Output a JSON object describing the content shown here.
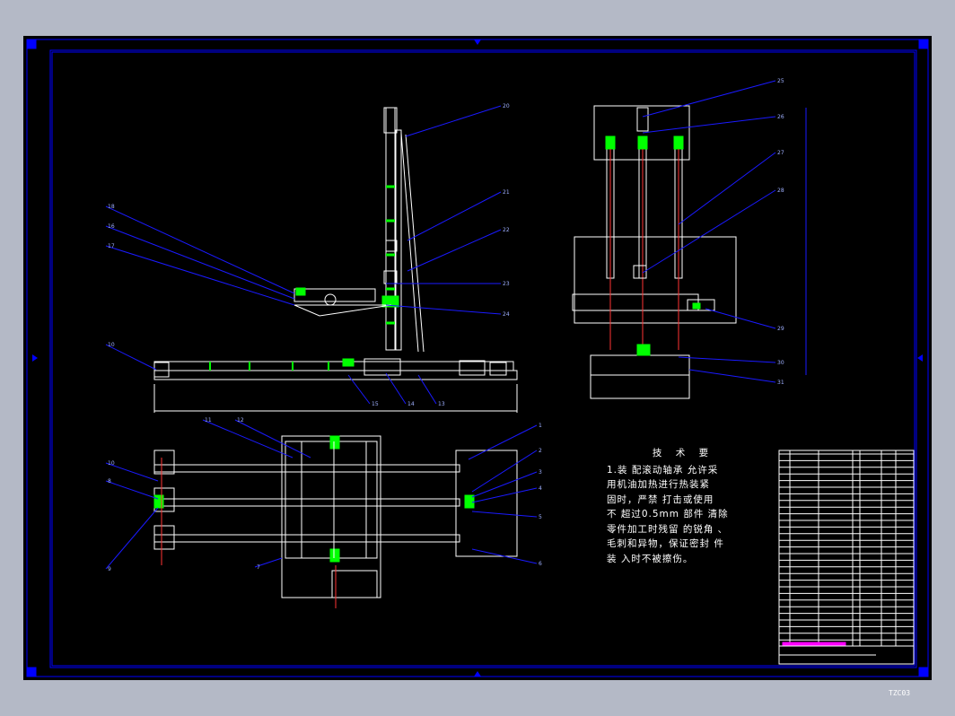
{
  "colors": {
    "background_outer": "#b4b9c6",
    "canvas": "#000000",
    "border": "#0000ff",
    "geometry": "#ffffff",
    "leader_lines": "#1a1aff",
    "highlight": "#00ff00",
    "centerline": "#ff3333",
    "magenta": "#ff00ff"
  },
  "callouts": {
    "side_view": [
      "20",
      "21",
      "22",
      "23",
      "24",
      "18",
      "16",
      "17",
      "10",
      "15",
      "14",
      "13"
    ],
    "end_view": [
      "25",
      "26",
      "27",
      "28",
      "29",
      "30",
      "31"
    ],
    "top_view": [
      "11",
      "12",
      "10",
      "8",
      "9",
      "7",
      "1",
      "2",
      "3",
      "4",
      "5",
      "6"
    ]
  },
  "technical_notes": {
    "title": "技 术 要",
    "lines": [
      "1.装 配滚动轴承 允许采",
      "用机油加热进行热装紧",
      "固时，严禁 打击或使用",
      "不 超过0.5mm 部件 清除",
      "零件加工时残留 的锐角 、",
      "毛刺和异物，保证密封 件",
      "装 入时不被擦伤。"
    ]
  },
  "title_block": {
    "drawing_number": "TZC03"
  }
}
